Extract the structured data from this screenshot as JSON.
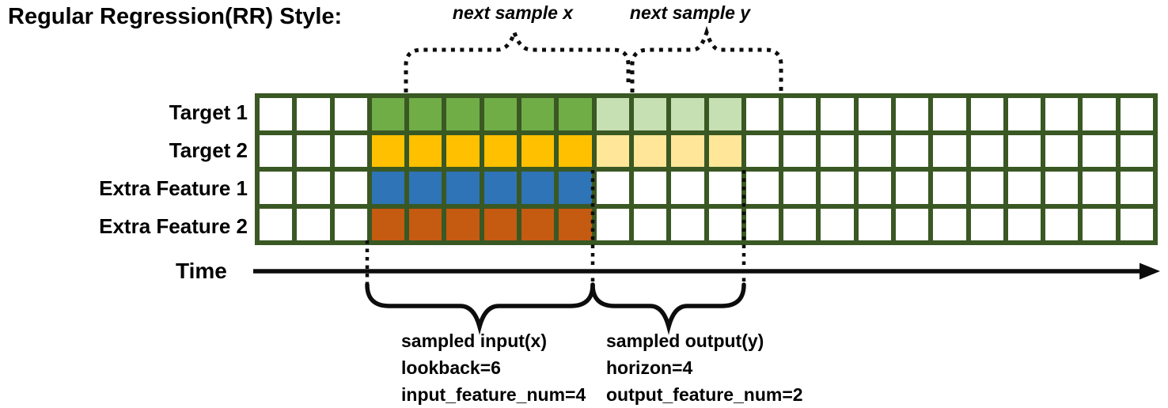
{
  "title": "Regular Regression(RR) Style:",
  "top_annotations": {
    "next_x": "next sample x",
    "next_y": "next sample y"
  },
  "rows": [
    {
      "label": "Target 1",
      "input_color": "#70AD47",
      "output_color": "#C6E0B4"
    },
    {
      "label": "Target 2",
      "input_color": "#FFC000",
      "output_color": "#FFE699"
    },
    {
      "label": "Extra Feature 1",
      "input_color": "#2E74B6",
      "output_color": "#FFFFFF"
    },
    {
      "label": "Extra Feature 2",
      "input_color": "#C55A11",
      "output_color": "#FFFFFF"
    }
  ],
  "grid": {
    "total_columns": 24,
    "total_rows": 4,
    "lookback_start_col": 3,
    "lookback_end_col": 8,
    "horizon_start_col": 9,
    "horizon_end_col": 12,
    "empty_cell_color": "#FFFFFF",
    "border_color": "#3A5823"
  },
  "time_axis": {
    "label": "Time"
  },
  "bottom_annotations": {
    "input": {
      "line1": "sampled input(x)",
      "line2": "lookback=6",
      "line3": "input_feature_num=4"
    },
    "output": {
      "line1": "sampled output(y)",
      "line2": "horizon=4",
      "line3": "output_feature_num=2"
    }
  },
  "annotation_color": "#0d0d0d"
}
